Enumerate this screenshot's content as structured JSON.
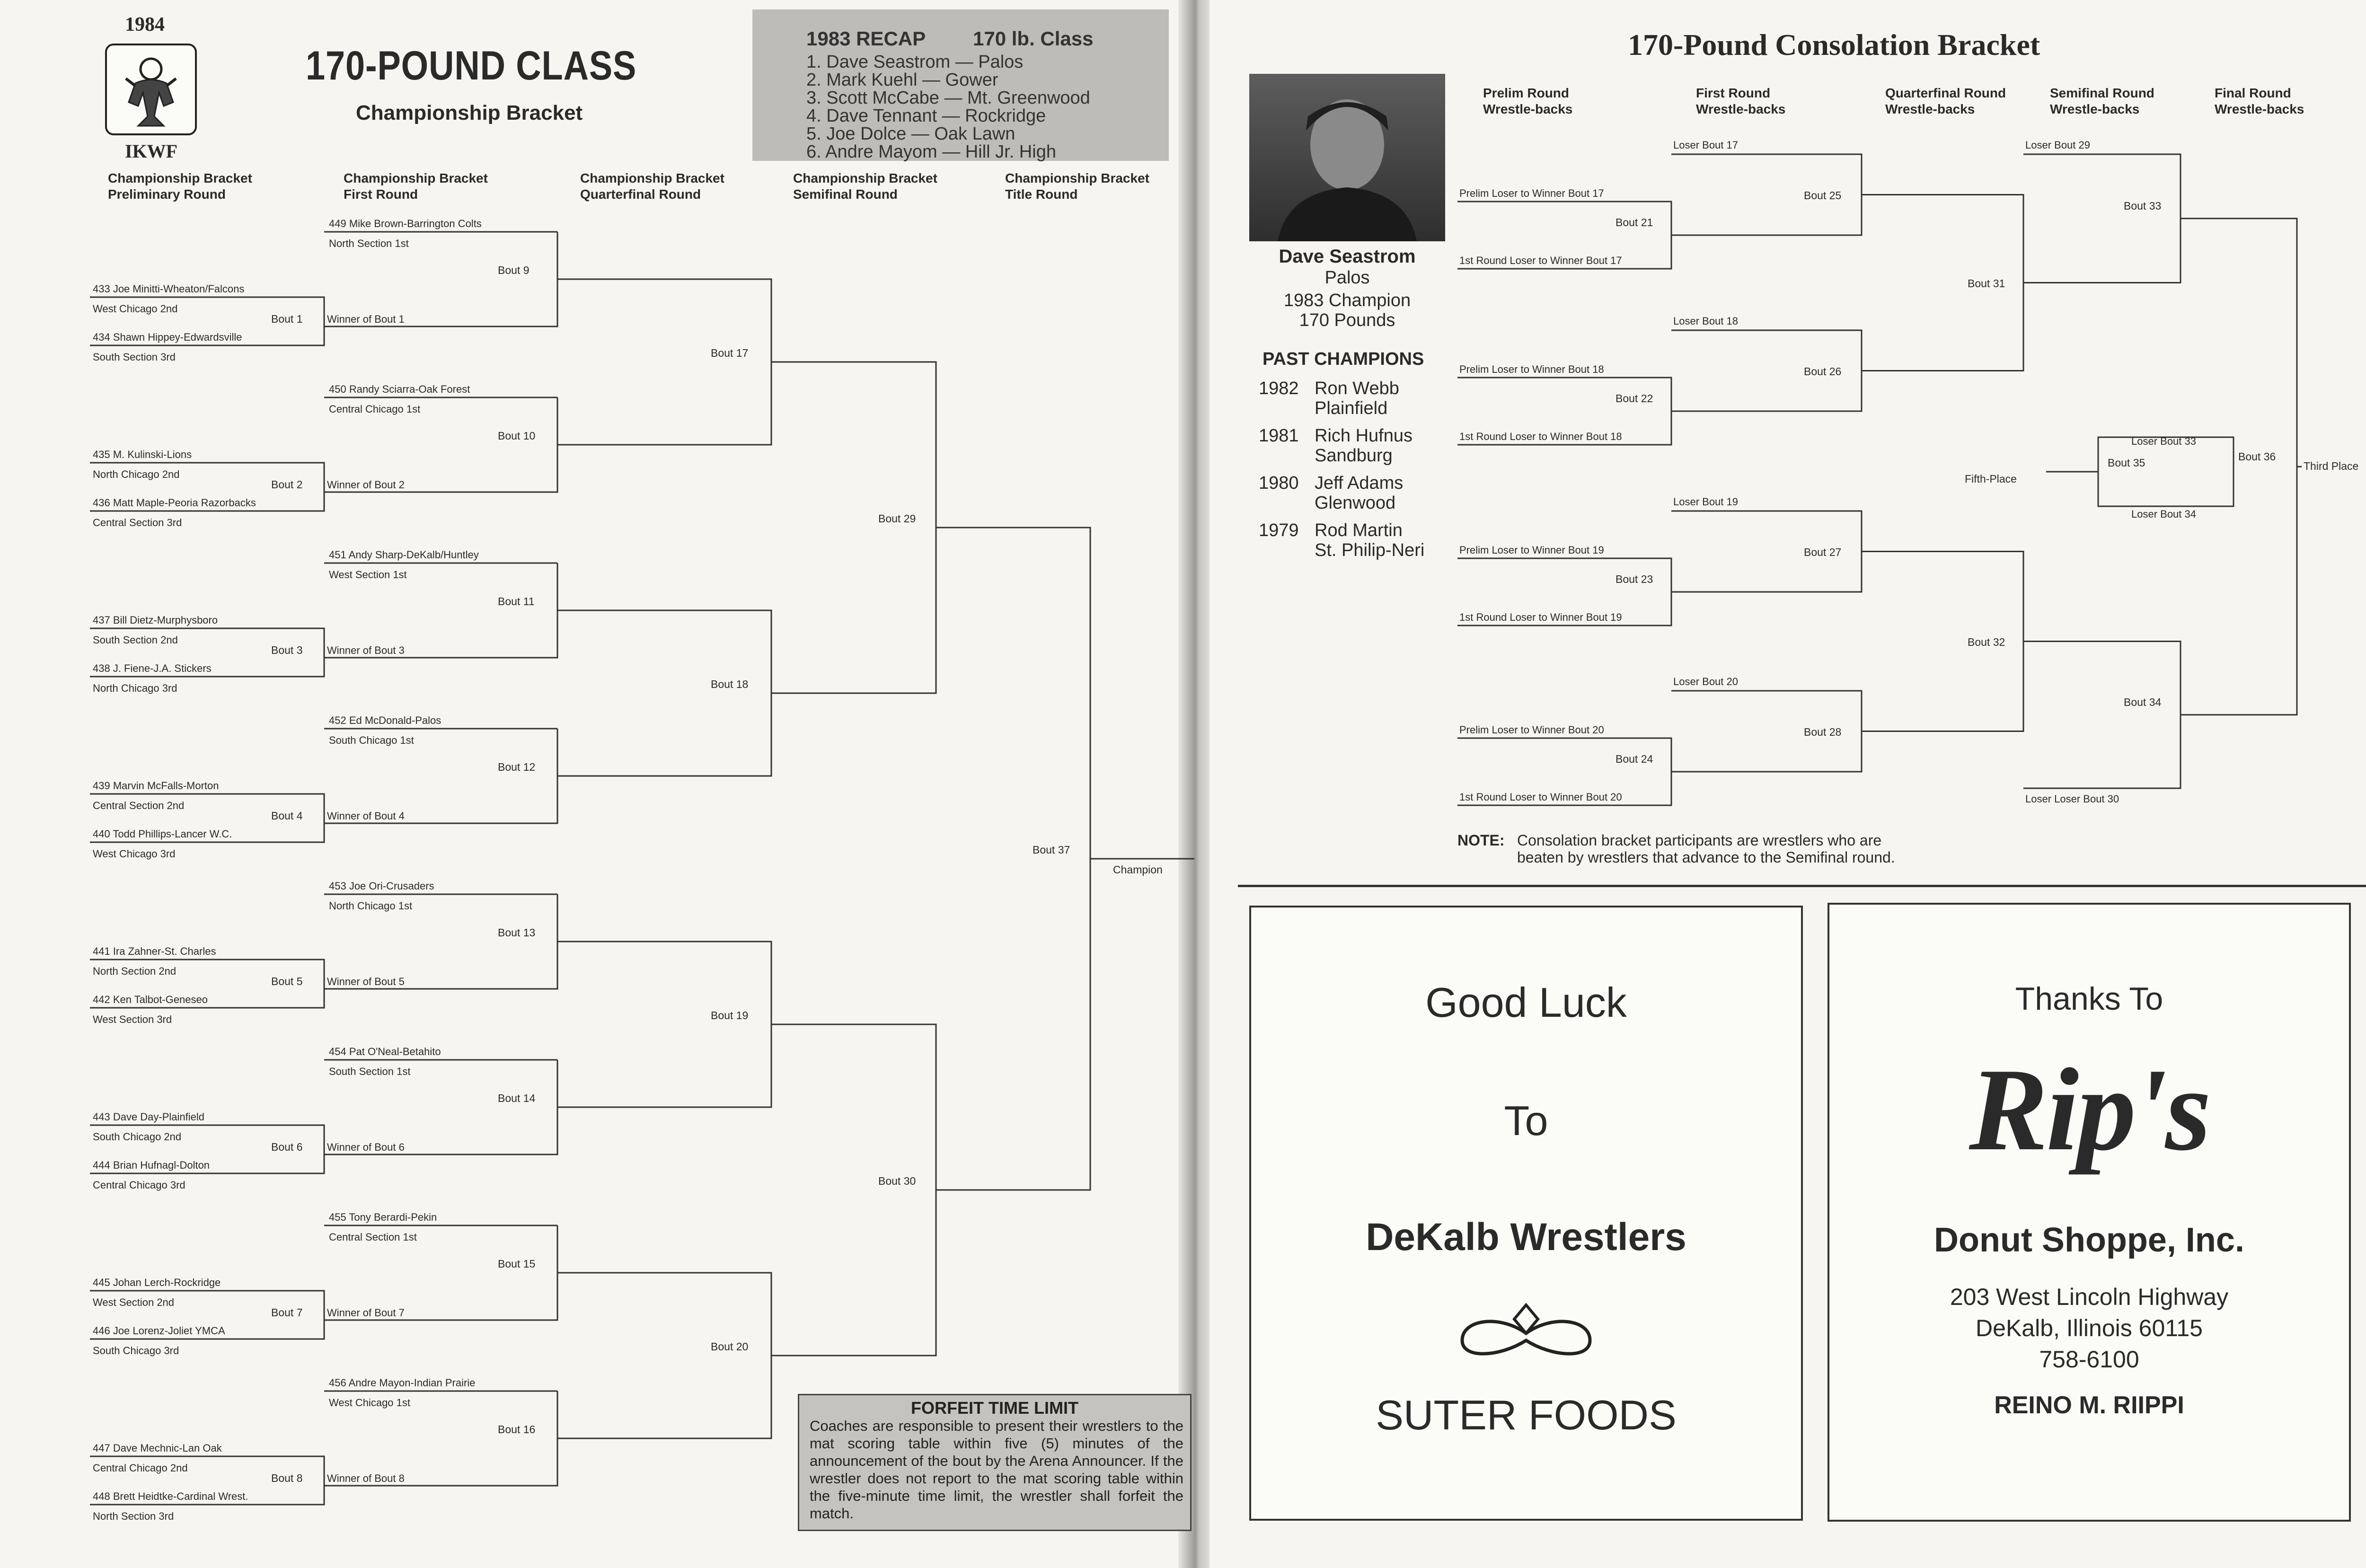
{
  "left_page": {
    "year": "1984",
    "org": "IKWF",
    "title": "170-POUND CLASS",
    "subtitle": "Championship Bracket",
    "recap": {
      "heading": "1983 RECAP",
      "class": "170 lb. Class",
      "places": [
        "1.  Dave Seastrom — Palos",
        "2.  Mark Kuehl — Gower",
        "3.  Scott McCabe — Mt. Greenwood",
        "4.  Dave Tennant — Rockridge",
        "5.  Joe Dolce — Oak Lawn",
        "6.  Andre Mayom — Hill Jr. High"
      ]
    },
    "columns": [
      [
        "Championship Bracket",
        "Preliminary Round"
      ],
      [
        "Championship Bracket",
        "First Round"
      ],
      [
        "Championship Bracket",
        "Quarterfinal Round"
      ],
      [
        "Championship Bracket",
        "Semifinal Round"
      ],
      [
        "Championship Bracket",
        "Title Round"
      ]
    ],
    "seeds": [
      {
        "name": "449 Mike Brown-Barrington Colts",
        "section": "North Section 1st"
      },
      {
        "name": "450 Randy Sciarra-Oak Forest",
        "section": "Central Chicago 1st"
      },
      {
        "name": "451 Andy Sharp-DeKalb/Huntley",
        "section": "West Section 1st"
      },
      {
        "name": "452 Ed McDonald-Palos",
        "section": "South Chicago 1st"
      },
      {
        "name": "453 Joe Ori-Crusaders",
        "section": "North Chicago 1st"
      },
      {
        "name": "454 Pat O'Neal-Betahito",
        "section": "South Section 1st"
      },
      {
        "name": "455 Tony Berardi-Pekin",
        "section": "Central Section 1st"
      },
      {
        "name": "456 Andre Mayon-Indian Prairie",
        "section": "West Chicago 1st"
      }
    ],
    "prelims": [
      {
        "a": "433 Joe Minitti-Wheaton/Falcons",
        "a_sec": "West Chicago 2nd",
        "b": "434 Shawn Hippey-Edwardsville",
        "b_sec": "South Section 3rd",
        "bout": "Bout 1",
        "winner": "Winner of Bout 1"
      },
      {
        "a": "435 M. Kulinski-Lions",
        "a_sec": "North Chicago 2nd",
        "b": "436 Matt Maple-Peoria Razorbacks",
        "b_sec": "Central Section 3rd",
        "bout": "Bout 2",
        "winner": "Winner of Bout 2"
      },
      {
        "a": "437 Bill Dietz-Murphysboro",
        "a_sec": "South Section 2nd",
        "b": "438 J. Fiene-J.A. Stickers",
        "b_sec": "North Chicago 3rd",
        "bout": "Bout 3",
        "winner": "Winner of Bout 3"
      },
      {
        "a": "439 Marvin McFalls-Morton",
        "a_sec": "Central Section 2nd",
        "b": "440 Todd Phillips-Lancer W.C.",
        "b_sec": "West Chicago 3rd",
        "bout": "Bout 4",
        "winner": "Winner of Bout 4"
      },
      {
        "a": "441 Ira Zahner-St. Charles",
        "a_sec": "North Section 2nd",
        "b": "442 Ken Talbot-Geneseo",
        "b_sec": "West Section 3rd",
        "bout": "Bout 5",
        "winner": "Winner of Bout 5"
      },
      {
        "a": "443 Dave Day-Plainfield",
        "a_sec": "South Chicago 2nd",
        "b": "444 Brian Hufnagl-Dolton",
        "b_sec": "Central Chicago 3rd",
        "bout": "Bout 6",
        "winner": "Winner of Bout 6"
      },
      {
        "a": "445 Johan Lerch-Rockridge",
        "a_sec": "West Section 2nd",
        "b": "446 Joe Lorenz-Joliet YMCA",
        "b_sec": "South Chicago 3rd",
        "bout": "Bout 7",
        "winner": "Winner of Bout 7"
      },
      {
        "a": "447 Dave Mechnic-Lan Oak",
        "a_sec": "Central Chicago 2nd",
        "b": "448 Brett Heidtke-Cardinal Wrest.",
        "b_sec": "North Section 3rd",
        "bout": "Bout 8",
        "winner": "Winner of Bout 8"
      }
    ],
    "first_round_bouts": [
      "Bout  9",
      "Bout 10",
      "Bout 11",
      "Bout 12",
      "Bout 13",
      "Bout 14",
      "Bout 15",
      "Bout 16"
    ],
    "quarter_bouts": [
      "Bout 17",
      "Bout 18",
      "Bout 19",
      "Bout 20"
    ],
    "semi_bouts": [
      "Bout 29",
      "Bout 30"
    ],
    "final_bout": "Bout 37",
    "champion": "Champion",
    "forfeit": {
      "title": "FORFEIT TIME LIMIT",
      "text": "Coaches are responsible to present their wrestlers to the mat scoring table within five (5) minutes of the announcement of the bout by the Arena Announcer. If the wrestler does not report to the mat scoring table within the five-minute time limit, the wrestler shall forfeit the match."
    }
  },
  "right_page": {
    "title": "170-Pound Consolation Bracket",
    "champ_name": "Dave Seastrom",
    "champ_school": "Palos",
    "champ_line1": "1983 Champion",
    "champ_line2": "170 Pounds",
    "past_heading": "PAST CHAMPIONS",
    "past": [
      {
        "year": "1982",
        "name": "Ron Webb",
        "school": "Plainfield"
      },
      {
        "year": "1981",
        "name": "Rich Hufnus",
        "school": "Sandburg"
      },
      {
        "year": "1980",
        "name": "Jeff Adams",
        "school": "Glenwood"
      },
      {
        "year": "1979",
        "name": "Rod Martin",
        "school": "St. Philip-Neri"
      }
    ],
    "columns": [
      [
        "Prelim Round",
        "Wrestle-backs"
      ],
      [
        "First Round",
        "Wrestle-backs"
      ],
      [
        "Quarterfinal Round",
        "Wrestle-backs"
      ],
      [
        "Semifinal Round",
        "Wrestle-backs"
      ],
      [
        "Final Round",
        "Wrestle-backs"
      ]
    ],
    "cons_groups": [
      {
        "loser_bout": "Loser Bout 17",
        "prelim": "Prelim Loser to Winner Bout 17",
        "prelim_bout": "Bout 21",
        "first": "1st Round Loser to Winner Bout 17",
        "qf_bout": "Bout 25"
      },
      {
        "loser_bout": "Loser Bout 18",
        "prelim": "Prelim Loser to Winner Bout 18",
        "prelim_bout": "Bout 22",
        "first": "1st Round Loser to Winner Bout 18",
        "qf_bout": "Bout 26"
      },
      {
        "loser_bout": "Loser Bout 19",
        "prelim": "Prelim Loser to Winner Bout 19",
        "prelim_bout": "Bout 23",
        "first": "1st Round Loser to Winner Bout 19",
        "qf_bout": "Bout 27"
      },
      {
        "loser_bout": "Loser Bout 20",
        "prelim": "Prelim Loser to Winner Bout 20",
        "prelim_bout": "Bout 24",
        "first": "1st Round Loser to Winner Bout 20",
        "qf_bout": "Bout 28"
      }
    ],
    "semi_bouts": [
      "Bout 31",
      "Bout 32"
    ],
    "loser_bout_29": "Loser Bout 29",
    "loser_loser_bout_30": "Loser Loser Bout 30",
    "final_bouts": [
      "Bout 33",
      "Bout 34"
    ],
    "fifth": {
      "label": "Fifth-Place",
      "bout": "Bout 35",
      "top": "Loser Bout 33",
      "bottom": "Loser Bout 34"
    },
    "third": {
      "bout": "Bout 36",
      "label": "Third Place"
    },
    "note_label": "NOTE:",
    "note_text1": "Consolation bracket participants are wrestlers who are",
    "note_text2": "beaten by wrestlers that advance to the Semifinal round.",
    "ad1": {
      "line1": "Good Luck",
      "line2": "To",
      "line3": "DeKalb Wrestlers",
      "line4": "SUTER FOODS"
    },
    "ad2": {
      "line1": "Thanks To",
      "logo": "Rip's",
      "line2": "Donut Shoppe, Inc.",
      "line3": "203 West Lincoln Highway",
      "line4": "DeKalb, Illinois 60115",
      "line5": "758-6100",
      "line6": "REINO M. RIIPPI"
    }
  }
}
